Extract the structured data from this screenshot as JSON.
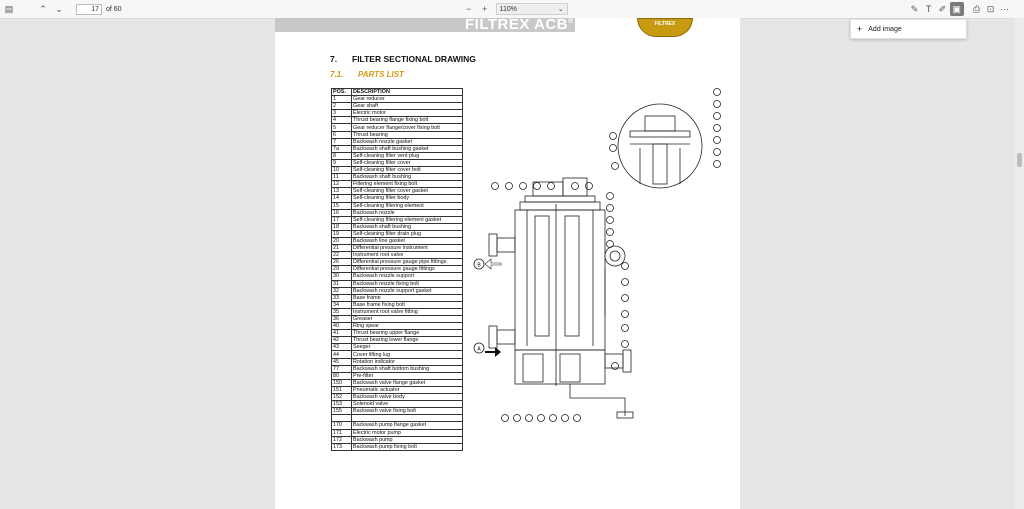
{
  "toolbar": {
    "page_current": "17",
    "page_total": "of 60",
    "zoom": "110%"
  },
  "popup": {
    "add_image": "Add image"
  },
  "page": {
    "header_text": "FILTREX ACB",
    "header_mark": "®",
    "logo_text": "FILTREX",
    "section_number": "7.",
    "section_title": "FILTER SECTIONAL DRAWING",
    "subsection_number": "7.1.",
    "subsection_title": "PARTS LIST",
    "parts_headers": {
      "pos": "POS.",
      "desc": "DESCRIPTION"
    },
    "parts": [
      [
        "1",
        "Gear reducer"
      ],
      [
        "2",
        "Gear shaft"
      ],
      [
        "3",
        "Electric motor"
      ],
      [
        "4",
        "Thrust bearing flange fixing bolt"
      ],
      [
        "5",
        "Gear reducer flange/cover fixing bolt"
      ],
      [
        "6",
        "Thrust bearing"
      ],
      [
        "7",
        "Backwash nozzle gasket"
      ],
      [
        "7a",
        "Backwash shaft bushing gasket"
      ],
      [
        "8",
        "Self-cleaning filter vent plug"
      ],
      [
        "9",
        "Self-cleaning filter cover"
      ],
      [
        "10",
        "Self-cleaning filter cover bolt"
      ],
      [
        "11",
        "Backwash shaft bushing"
      ],
      [
        "12",
        "Filtering element fixing bolt"
      ],
      [
        "13",
        "Self-cleaning filter cover gasket"
      ],
      [
        "14",
        "Self-cleaning filter body"
      ],
      [
        "15",
        "Self-cleaning filtering element"
      ],
      [
        "16",
        "Backwash nozzle"
      ],
      [
        "17",
        "Self-cleaning filtering element gasket"
      ],
      [
        "18",
        "Backwash shaft bushing"
      ],
      [
        "19",
        "Self-cleaning filter drain plug"
      ],
      [
        "20",
        "Backwash line gasket"
      ],
      [
        "21",
        "Differential pressure instrument"
      ],
      [
        "22",
        "Instrument root valve"
      ],
      [
        "26",
        "Differential pressure gauge pipe fittings"
      ],
      [
        "29",
        "Differential pressure gauge fittings"
      ],
      [
        "30",
        "Backwash nozzle support"
      ],
      [
        "31",
        "Backwash nozzle fixing bolt"
      ],
      [
        "32",
        "Backwash nozzle support gasket"
      ],
      [
        "33",
        "Base frame"
      ],
      [
        "34",
        "Base frame fixing bolt"
      ],
      [
        "35",
        "Instrument root valve fitting"
      ],
      [
        "36",
        "Greaser"
      ],
      [
        "40",
        "Ring  spear"
      ],
      [
        "41",
        "Thrust bearing upper flange"
      ],
      [
        "42",
        "Thrust bearing lower flange"
      ],
      [
        "43",
        "Seeger"
      ],
      [
        "44",
        "Cover lifting lug"
      ],
      [
        "45",
        "Rotation indicator"
      ],
      [
        "77",
        "Backwash shaft bottom bushing"
      ],
      [
        "80",
        "Pre-filter"
      ],
      [
        "150",
        "Backwash valve flange gasket"
      ],
      [
        "151",
        "Pneumatic actuator"
      ],
      [
        "152",
        "Backwash valve body"
      ],
      [
        "153",
        "Solenoid valve"
      ],
      [
        "155",
        "Backwash valve fixing bolt"
      ],
      [
        "",
        ""
      ],
      [
        "170",
        "Backwash pump flange gasket"
      ],
      [
        "171",
        "Electric motor pump"
      ],
      [
        "172",
        "Backwash pump"
      ],
      [
        "173",
        "Backwash pump fixing bolt"
      ]
    ],
    "drawing_labels": [
      "A",
      "B"
    ]
  },
  "colors": {
    "accent": "#d39b14",
    "toolbar_bg": "#f7f7f7",
    "viewer_bg": "#e6e6e6"
  }
}
